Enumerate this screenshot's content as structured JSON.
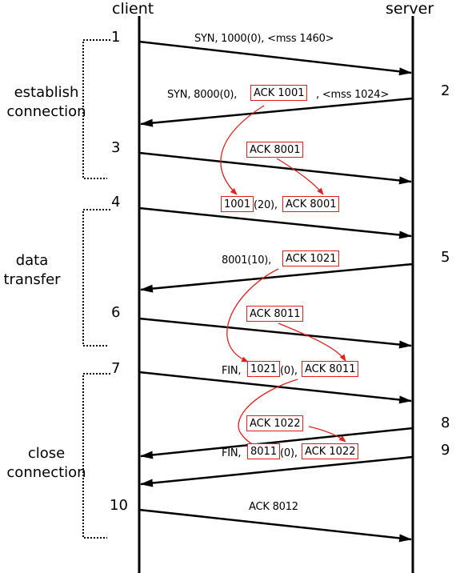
{
  "columns": {
    "client": "client",
    "server": "server"
  },
  "phases": {
    "establish": [
      "establish",
      "connection"
    ],
    "transfer": [
      "data",
      "transfer"
    ],
    "close": [
      "close",
      "connection"
    ]
  },
  "steps": {
    "s1": "1",
    "s2": "2",
    "s3": "3",
    "s4": "4",
    "s5": "5",
    "s6": "6",
    "s7": "7",
    "s8": "8",
    "s9": "9",
    "s10": "10"
  },
  "messages": {
    "m1": "SYN, 1000(0), <mss 1460>",
    "m2_prefix": "SYN, 8000(0),",
    "m2_box": "ACK 1001",
    "m2_suffix": ", <mss 1024>",
    "m3_box": "ACK 8001",
    "m4_box_a": "1001",
    "m4_mid": "(20),",
    "m4_box_b": "ACK 8001",
    "m5_prefix": "8001(10),",
    "m5_box": "ACK 1021",
    "m6_box": "ACK 8011",
    "m7_prefix": "FIN,",
    "m7_box_a": "1021",
    "m7_mid": "(0),",
    "m7_box_b": "ACK 8011",
    "m8_box": "ACK 1022",
    "m9_prefix": "FIN,",
    "m9_box_a": "8011",
    "m9_mid": "(0),",
    "m9_box_b": "ACK 1022",
    "m10": "ACK 8012"
  },
  "colors": {
    "line": "#000000",
    "annotation": "#e0201c"
  }
}
